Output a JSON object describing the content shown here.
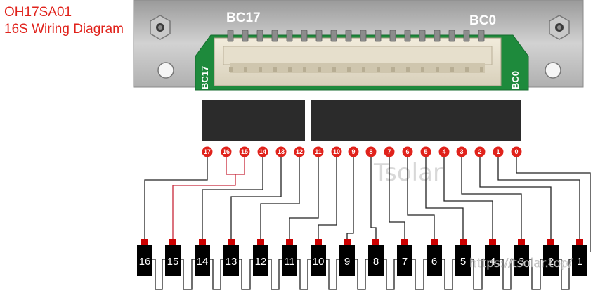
{
  "title": {
    "model": "OH17SA01",
    "subtitle": "16S Wiring Diagram"
  },
  "connector": {
    "left_label": "BC17",
    "right_label": "BC0",
    "side_left": "BC17",
    "side_right": "BC0"
  },
  "pins": [
    "17",
    "16",
    "15",
    "14",
    "13",
    "12",
    "11",
    "10",
    "9",
    "8",
    "7",
    "6",
    "5",
    "4",
    "3",
    "2",
    "1",
    "0"
  ],
  "cells": [
    "16",
    "15",
    "14",
    "13",
    "12",
    "11",
    "10",
    "9",
    "8",
    "7",
    "6",
    "5",
    "4",
    "3",
    "2",
    "1"
  ],
  "watermark": "Tsolar",
  "url_watermark": "https://tsolar.top/",
  "colors": {
    "title": "#e0221b",
    "pin": "#e0221b",
    "wire": "#222222",
    "pack_wire": "#c8283a",
    "cell": "#000000",
    "cell_cap": "#cc0000",
    "pcb": "#1e8a3c",
    "panel": "#bfbfbf",
    "label_block": "#2b2b2b"
  }
}
